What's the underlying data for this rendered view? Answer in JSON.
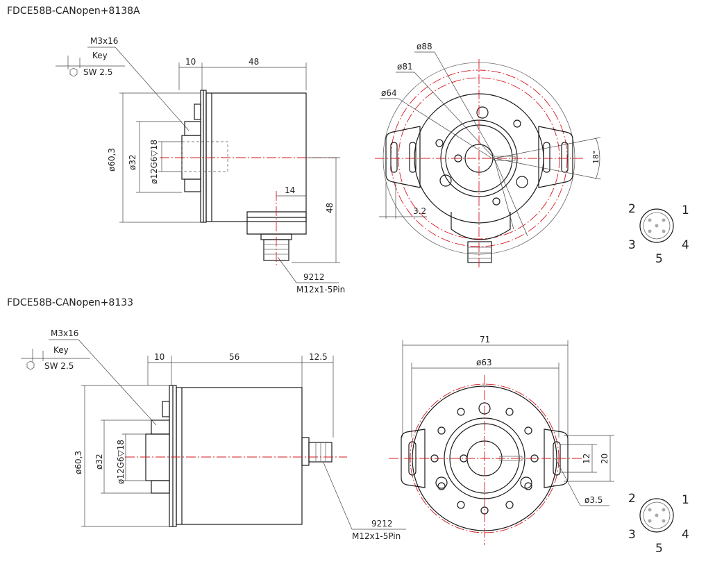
{
  "section1": {
    "title": "FDCE58B-CANopen+8138A",
    "side": {
      "screw": "M3x16",
      "key": "Key",
      "sw": "SW  2.5",
      "dim_flange": "10",
      "dim_body": "48",
      "dim_outer_dia": "ø60,3",
      "dim_mid_dia": "ø32",
      "dim_shaft": "ø12G6▽18",
      "dim_conn_offset": "14",
      "dim_conn_height": "48",
      "conn_part": "9212",
      "conn_spec": "M12x1-5Pin"
    },
    "front": {
      "d88": "ø88",
      "d81": "ø81",
      "d64": "ø64",
      "d32": "3.2",
      "angle": "18°"
    },
    "pins": [
      "2",
      "1",
      "3",
      "4",
      "5"
    ]
  },
  "section2": {
    "title": "FDCE58B-CANopen+8133",
    "side": {
      "screw": "M3x16",
      "key": "Key",
      "sw": "SW  2.5",
      "dim_flange": "10",
      "dim_body": "56",
      "dim_conn": "12.5",
      "dim_outer_dia": "ø60,3",
      "dim_mid_dia": "ø32",
      "dim_shaft": "ø12G6▽18",
      "conn_part": "9212",
      "conn_spec": "M12x1-5Pin"
    },
    "front": {
      "d71": "71",
      "d63": "ø63",
      "d12": "12",
      "d20": "20",
      "d35": "ø3.5"
    },
    "pins": [
      "2",
      "1",
      "3",
      "4",
      "5"
    ]
  }
}
